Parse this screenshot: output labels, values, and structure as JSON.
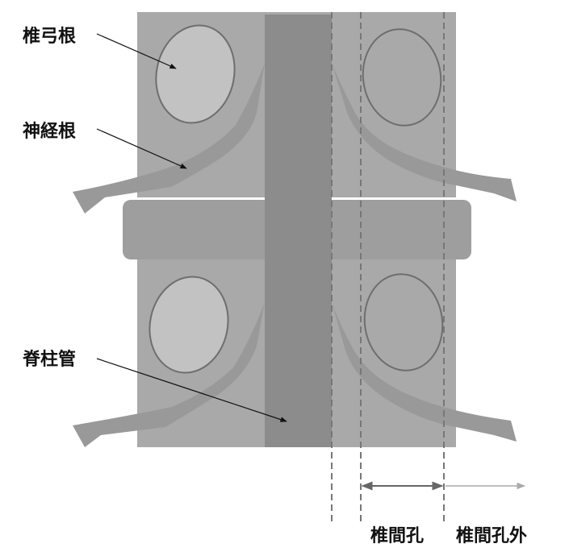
{
  "labels": {
    "pedicle": "椎弓根",
    "nerve_root": "神経根",
    "spinal_canal": "脊柱管",
    "intervertebral_foramen": "椎間孔",
    "extraforaminal": "椎間孔外"
  },
  "colors": {
    "background": "#ffffff",
    "vertebra": "#a9a9a9",
    "disc": "#9e9e9e",
    "spinal_canal": "#8c8c8c",
    "pedicle_fill": "#c2c2c2",
    "pedicle_stroke": "#6e6e6e",
    "nerve": "#999999",
    "dashed_line": "#777777",
    "text": "#111111"
  }
}
